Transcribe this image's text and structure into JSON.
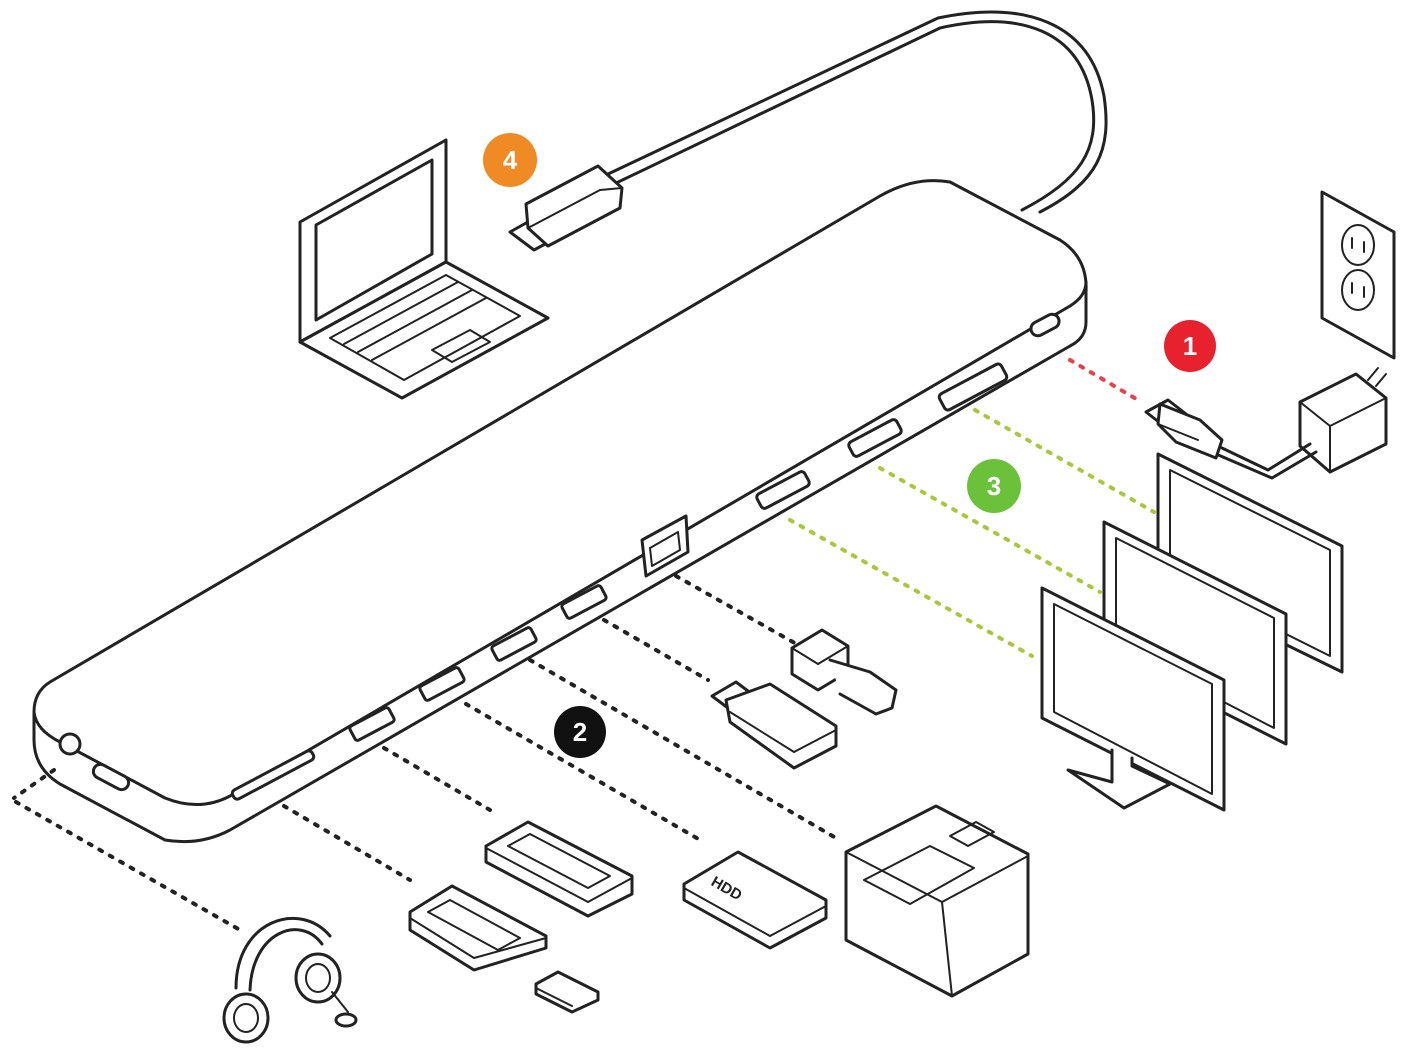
{
  "colors": {
    "outline": "#222222",
    "background": "#ffffff",
    "power": "#e8404a",
    "peripheral": "#222222",
    "display": "#a8c83a"
  },
  "badges": [
    {
      "id": "1",
      "label": "1",
      "color": "#e8212e"
    },
    {
      "id": "2",
      "label": "2",
      "color": "#111111"
    },
    {
      "id": "3",
      "label": "3",
      "color": "#6cc13a"
    },
    {
      "id": "4",
      "label": "4",
      "color": "#f08a24"
    }
  ],
  "hdd_label": "HDD",
  "icons": [
    "laptop-icon",
    "usb-c-plug-icon",
    "wall-outlet-icon",
    "power-adapter-icon",
    "monitor-icon",
    "ethernet-plug-icon",
    "usb-flash-drive-icon",
    "printer-icon",
    "hdd-icon",
    "smartphone-icon",
    "sd-card-icon",
    "micro-sd-card-icon",
    "headphones-icon"
  ]
}
